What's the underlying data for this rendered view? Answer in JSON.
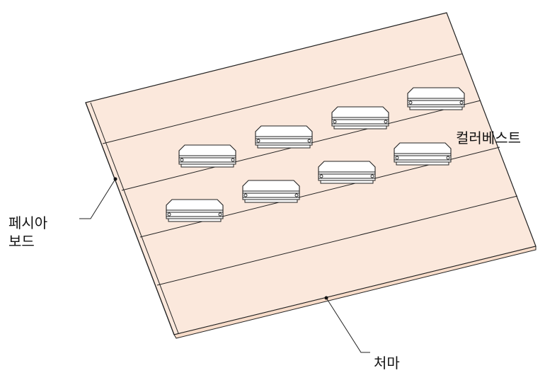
{
  "labels": {
    "colored_vest": "컬러베스트",
    "fascia_board_line1": "페시아",
    "fascia_board_line2": "보드",
    "eaves": "처마"
  },
  "colors": {
    "roof_fill": "#fbe8dc",
    "line": "#222222",
    "vent_fill": "#ffffff"
  },
  "icons": {
    "vent": "roof-vent-icon"
  }
}
